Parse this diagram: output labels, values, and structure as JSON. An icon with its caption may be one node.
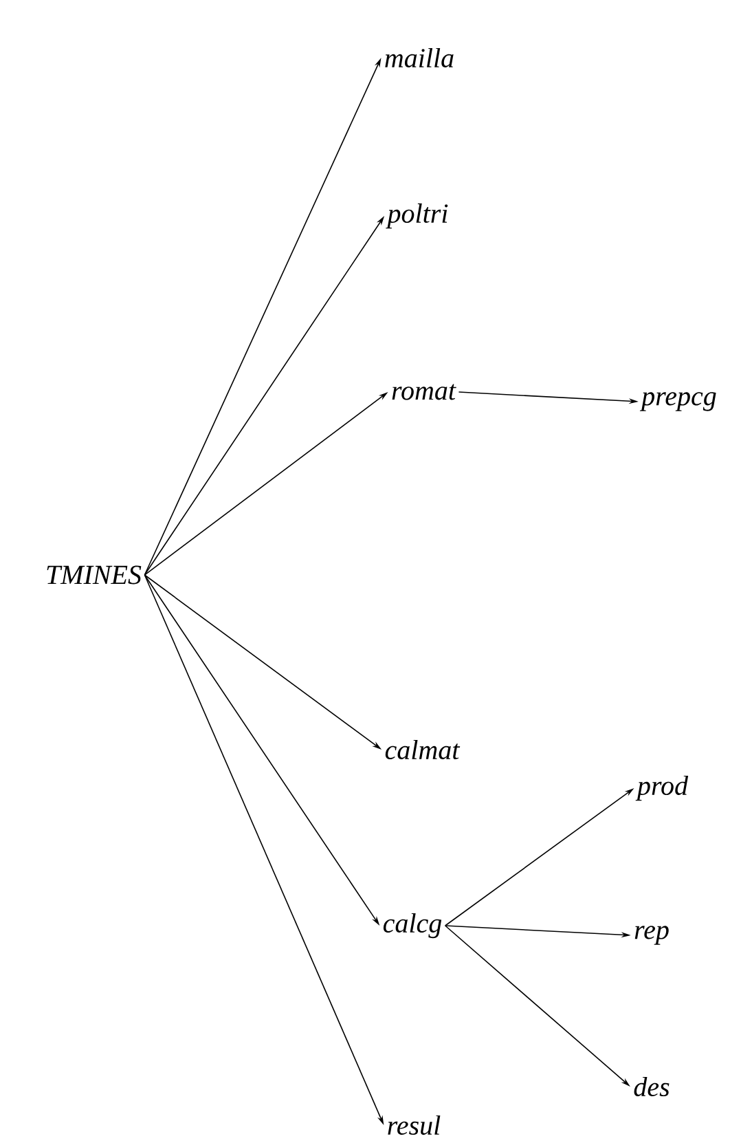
{
  "diagram": {
    "nodes": [
      {
        "text": [
          "TMINES"
        ]
      },
      {
        "text": [
          "mailla"
        ]
      },
      {
        "text": [
          "poltri"
        ]
      },
      {
        "text": [
          "romat"
        ]
      },
      {
        "text": [
          "prepcg"
        ]
      },
      {
        "text": [
          "calmat"
        ]
      },
      {
        "text": [
          "calcg"
        ]
      },
      {
        "text": [
          "prod"
        ]
      },
      {
        "text": [
          "rep"
        ]
      },
      {
        "text": [
          "des"
        ]
      },
      {
        "text": [
          "resul"
        ]
      }
    ],
    "edges": [
      {
        "from": 0,
        "to": 1,
        "arrow": "to"
      },
      {
        "from": 0,
        "to": 2,
        "arrow": "to"
      },
      {
        "from": 0,
        "to": 3,
        "arrow": "to"
      },
      {
        "from": 3,
        "to": 4,
        "arrow": "to"
      },
      {
        "from": 0,
        "to": 5,
        "arrow": "to"
      },
      {
        "from": 0,
        "to": 6,
        "arrow": "to"
      },
      {
        "from": 6,
        "to": 7,
        "arrow": "to"
      },
      {
        "from": 6,
        "to": 8,
        "arrow": "to"
      },
      {
        "from": 6,
        "to": 9,
        "arrow": "to"
      },
      {
        "from": 0,
        "to": 10,
        "arrow": "to"
      }
    ]
  }
}
